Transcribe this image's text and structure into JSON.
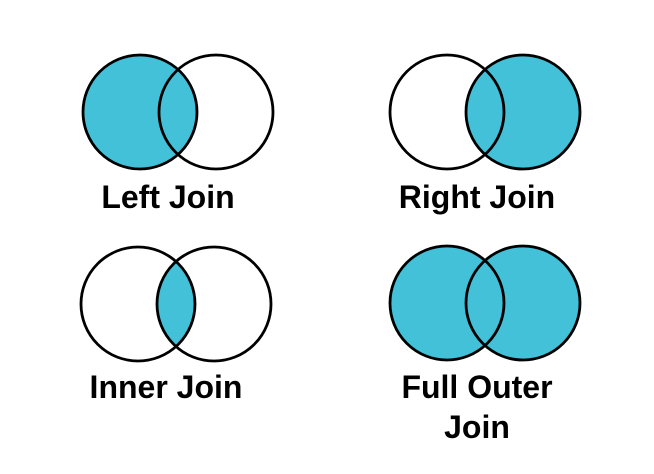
{
  "page": {
    "background": "#ffffff"
  },
  "colors": {
    "highlight_fill": "#42C1D8",
    "empty_fill": "#ffffff",
    "circle_stroke": "#000000",
    "label_text": "#000000"
  },
  "diagrams": [
    {
      "id": "left-join",
      "label": "Left Join",
      "regions": {
        "left": "#42C1D8",
        "right": "#ffffff",
        "intersection": "#42C1D8"
      }
    },
    {
      "id": "right-join",
      "label": "Right Join",
      "regions": {
        "left": "#ffffff",
        "right": "#42C1D8",
        "intersection": "#42C1D8"
      }
    },
    {
      "id": "inner-join",
      "label": "Inner Join",
      "regions": {
        "left": "#ffffff",
        "right": "#ffffff",
        "intersection": "#42C1D8"
      }
    },
    {
      "id": "full-outer-join",
      "label": "Full Outer Join",
      "regions": {
        "left": "#42C1D8",
        "right": "#42C1D8",
        "intersection": "#42C1D8"
      }
    }
  ]
}
